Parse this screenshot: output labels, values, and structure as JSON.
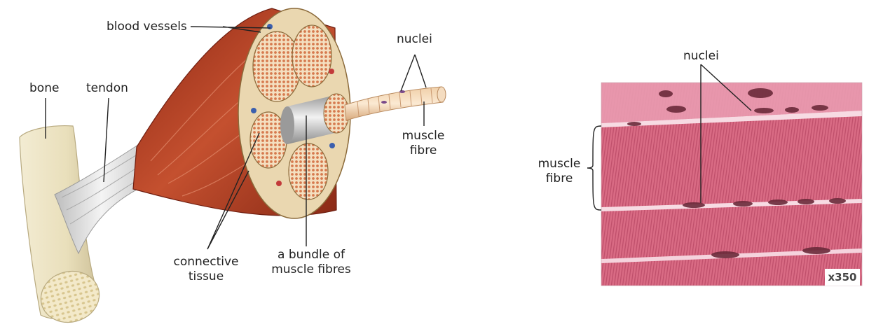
{
  "diagram": {
    "labels": {
      "blood_vessels": "blood vessels",
      "bone": "bone",
      "tendon": "tendon",
      "connective_tissue_1": "connective",
      "connective_tissue_2": "tissue",
      "bundle_1": "a bundle of",
      "bundle_2": "muscle fibres",
      "nuclei": "nuclei",
      "muscle_fibre_1": "muscle",
      "muscle_fibre_2": "fibre"
    }
  },
  "micrograph": {
    "labels": {
      "nuclei": "nuclei",
      "muscle_fibre_1": "muscle",
      "muscle_fibre_2": "fibre"
    },
    "magnification": "x350"
  },
  "colors": {
    "muscle_red": "#b03a22",
    "bone": "#efe6c6",
    "tendon": "#dcdcdc",
    "connective": "#ead7b0",
    "micrograph_pink": "#d66a82"
  }
}
